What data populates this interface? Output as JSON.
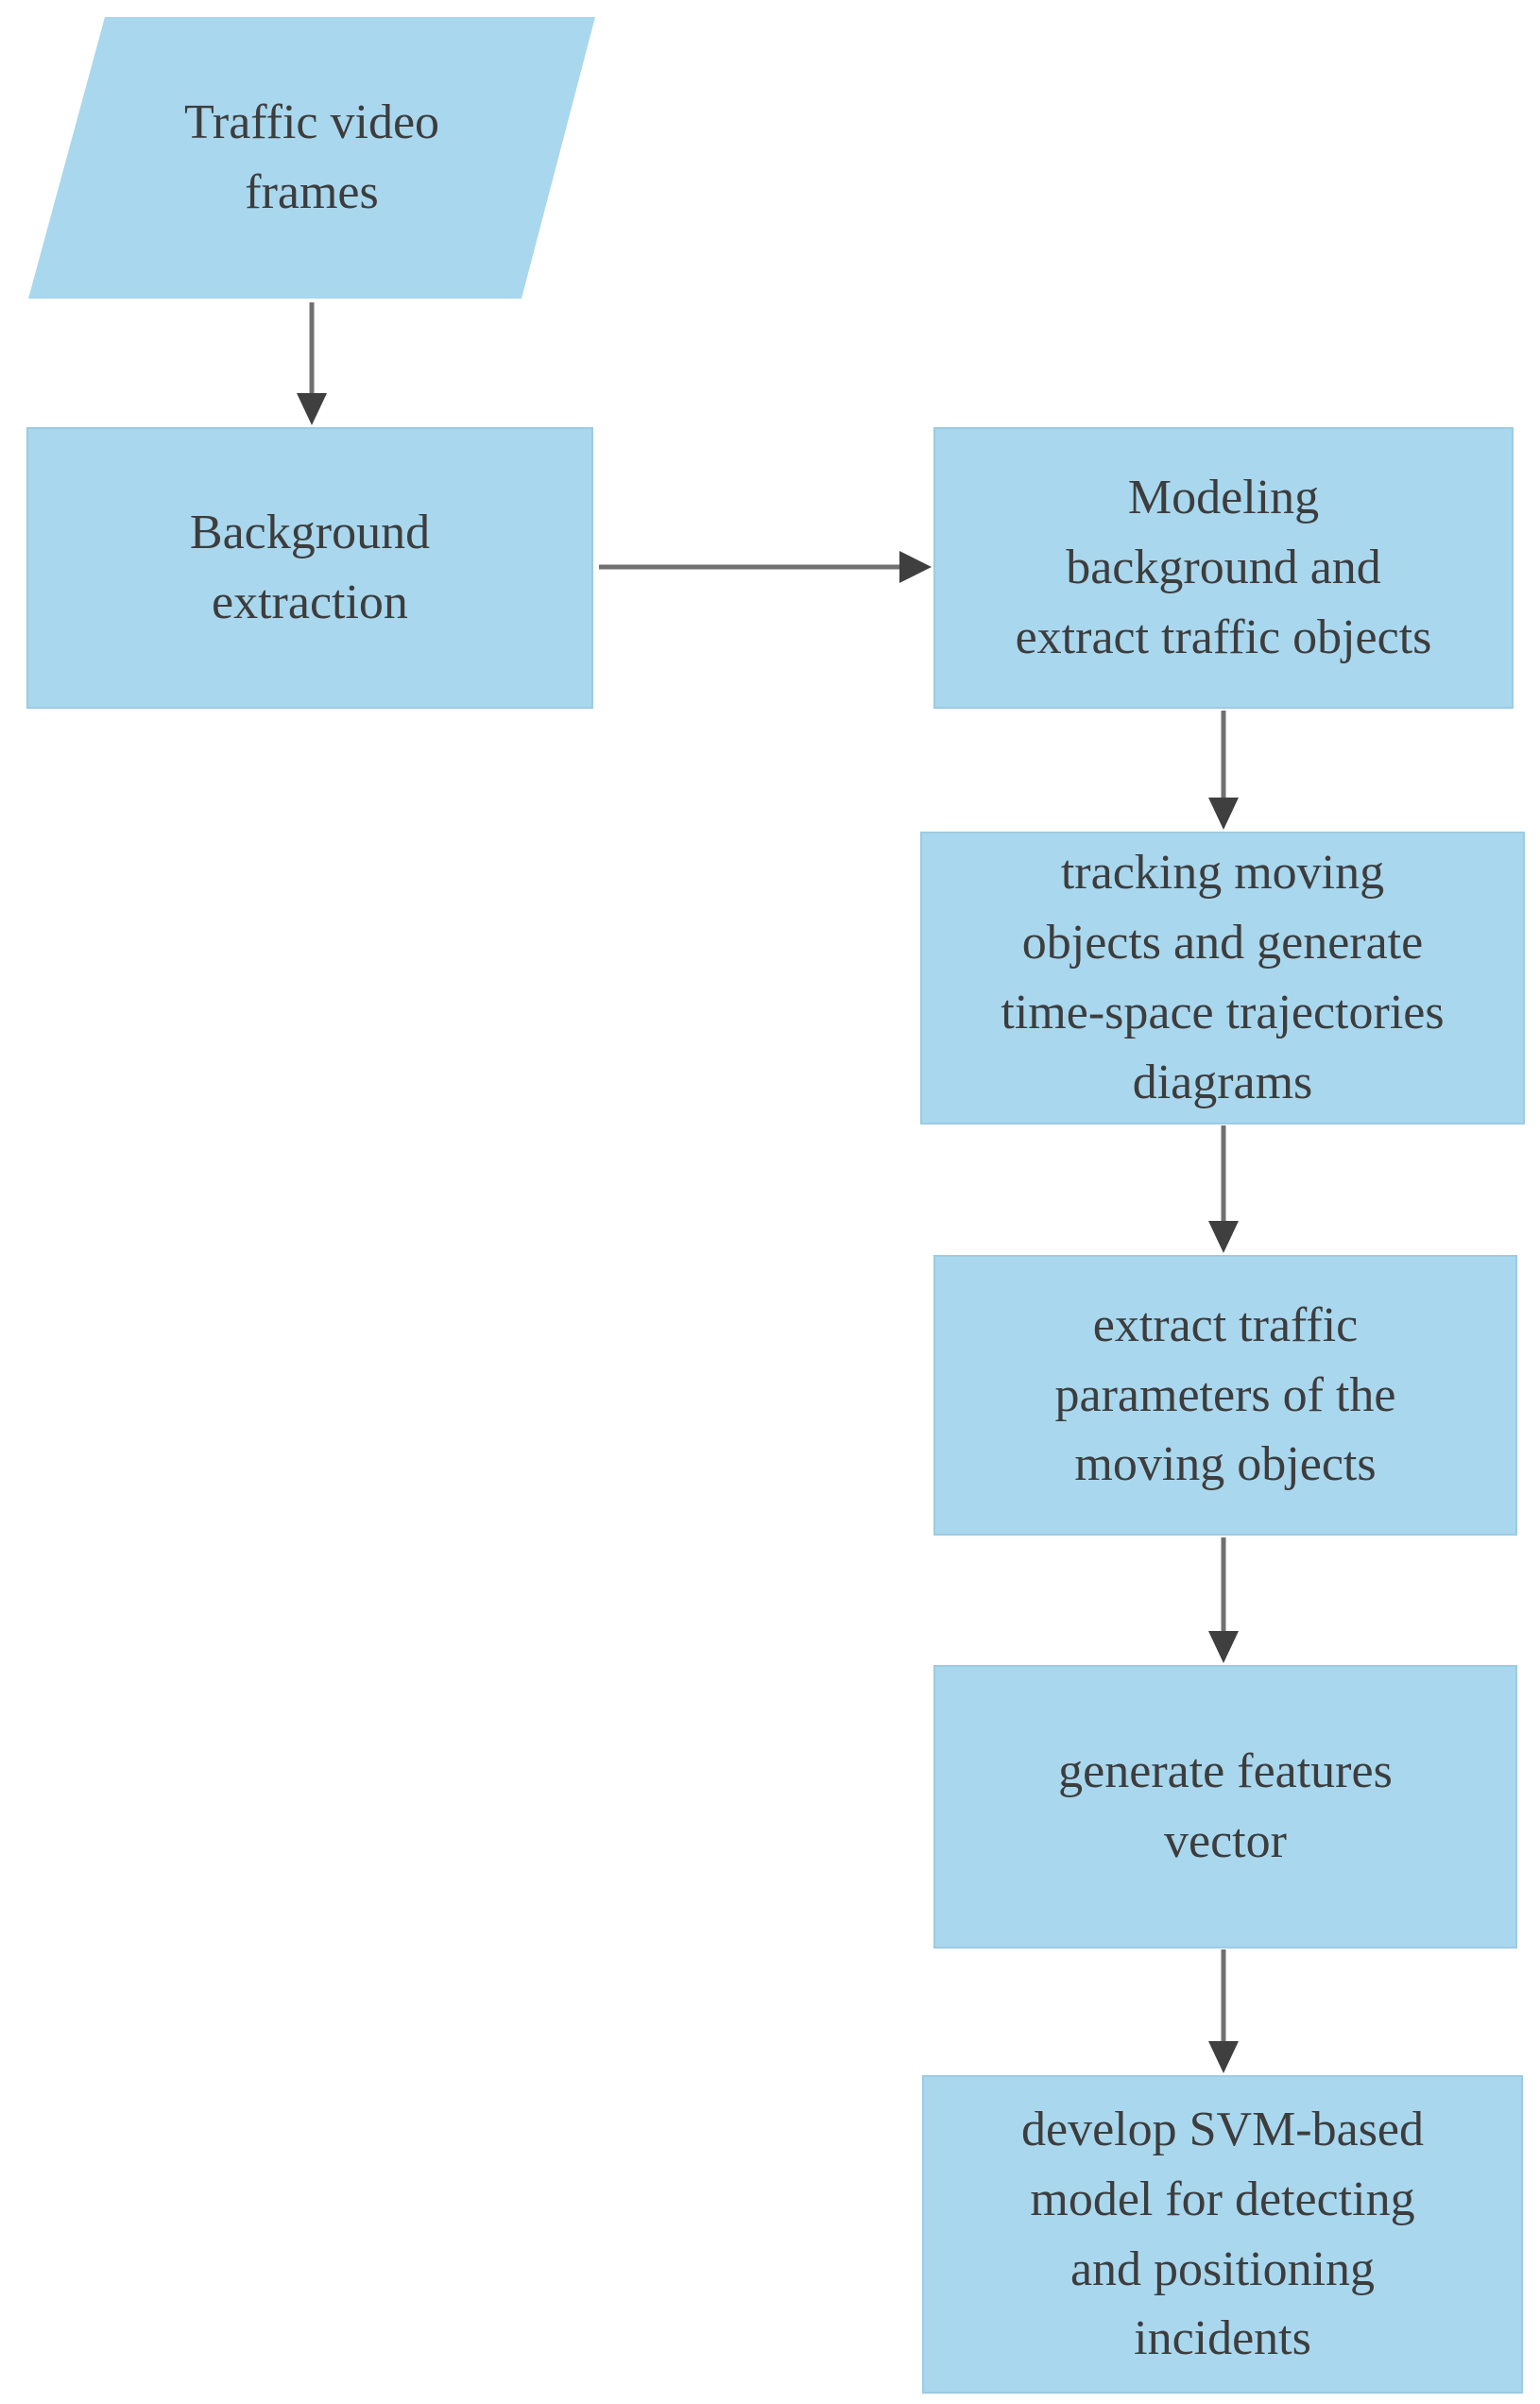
{
  "diagram": {
    "type": "flowchart",
    "colors": {
      "background": "#ffffff",
      "node_fill": "#a9d7ee",
      "node_border": "#9ccbe2",
      "text": "#3d3d3d",
      "arrow_line": "#707070",
      "arrow_head": "#3f3f3f"
    },
    "nodes": [
      {
        "id": "traffic-video-frames",
        "shape": "parallelogram",
        "label": "Traffic video\nframes"
      },
      {
        "id": "background-extraction",
        "shape": "rectangle",
        "label": "Background\nextraction"
      },
      {
        "id": "modeling-background",
        "shape": "rectangle",
        "label": "Modeling\nbackground and\nextract traffic objects"
      },
      {
        "id": "tracking-moving-objects",
        "shape": "rectangle",
        "label": "tracking moving\nobjects and generate\ntime-space trajectories\ndiagrams"
      },
      {
        "id": "extract-traffic-parameters",
        "shape": "rectangle",
        "label": "extract traffic\nparameters of the\nmoving objects"
      },
      {
        "id": "generate-features-vector",
        "shape": "rectangle",
        "label": "generate features\nvector"
      },
      {
        "id": "develop-svm-model",
        "shape": "rectangle",
        "label": "develop SVM-based\nmodel for detecting\nand positioning\nincidents"
      }
    ],
    "edges": [
      {
        "from": "traffic-video-frames",
        "to": "background-extraction",
        "direction": "down"
      },
      {
        "from": "background-extraction",
        "to": "modeling-background",
        "direction": "right"
      },
      {
        "from": "modeling-background",
        "to": "tracking-moving-objects",
        "direction": "down"
      },
      {
        "from": "tracking-moving-objects",
        "to": "extract-traffic-parameters",
        "direction": "down"
      },
      {
        "from": "extract-traffic-parameters",
        "to": "generate-features-vector",
        "direction": "down"
      },
      {
        "from": "generate-features-vector",
        "to": "develop-svm-model",
        "direction": "down"
      }
    ]
  }
}
